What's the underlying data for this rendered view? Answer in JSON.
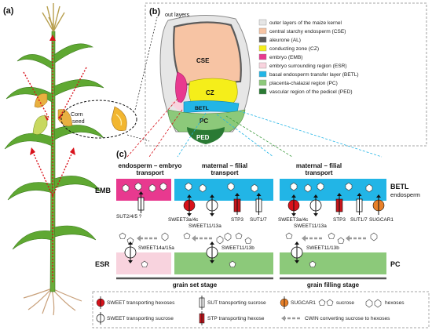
{
  "panels": {
    "a": "(a)",
    "b": "(b)",
    "c": "(c)"
  },
  "plant": {
    "seed_label_1": "Corn",
    "seed_label_2": "seed"
  },
  "kernel": {
    "out_layers": "out layers",
    "regions": {
      "cse": "CSE",
      "cz": "CZ",
      "betl": "BETL",
      "pc": "PC",
      "ped": "PED"
    }
  },
  "legend_b": [
    {
      "text": "outer layers of the maize kernel",
      "color": "#e6e6e6"
    },
    {
      "text": "central starchy endosperm (CSE)",
      "color": "#f7c4a4"
    },
    {
      "text": "aleurone (AL)",
      "color": "#5b5b5b"
    },
    {
      "text": "conducting zone (CZ)",
      "color": "#f5ee1a"
    },
    {
      "text": "embryo (EMB)",
      "color": "#e8398f"
    },
    {
      "text": "embryo surrounding region (ESR)",
      "color": "#f8d3de"
    },
    {
      "text": "basal endosperm transfer layer (BETL)",
      "color": "#22b5e6"
    },
    {
      "text": "placenta-chalazal region (PC)",
      "color": "#8cc97a"
    },
    {
      "text": "vascular region of the pedicel (PED)",
      "color": "#2a7a34"
    }
  ],
  "transport": {
    "headers": {
      "endo_embryo_1": "endosperm – embryo",
      "endo_embryo_2": "transport",
      "mat_filial_1": "maternal – filial",
      "mat_filial_2": "transport",
      "mat_filial_b1": "maternal – filial",
      "mat_filial_b2": "transport"
    },
    "side_labels": {
      "emb": "EMB",
      "esr": "ESR",
      "betl": "BETL",
      "endosperm": "endosperm",
      "pc": "PC"
    },
    "transporters": {
      "sut24": "SUT2/4/5 ?",
      "sweet3a": "SWEET3a/4c",
      "sweet11a": "SWEET11/13a",
      "stp3": "STP3",
      "sut17": "SUT1/7",
      "sweet3a_b": "SWEET3a/4c",
      "sweet11a_b": "SWEET11/13a",
      "stp3_b": "STP3",
      "sut17_b": "SUT1/7",
      "sugcar1": "SUGCAR1",
      "sweet14": "SWEET14a/15a",
      "sweet11b": "SWEET11/13b",
      "sweet11b_b": "SWEET11/13b"
    },
    "stages": {
      "set": "grain set stage",
      "filling": "grain filling stage"
    }
  },
  "legend_c": {
    "sweet_hex": "SWEET transporting hexoses",
    "sut_suc": "SUT transporting sucrose",
    "sugcar": "SUGCAR1",
    "sucrose": "sucrose",
    "hexoses": "hexoses",
    "sweet_suc": "SWEET transporting sucrose",
    "stp_hex": "STP transporting hexose",
    "cwin": "CWIN converting sucrose to hexoses"
  },
  "colors": {
    "emb": "#e8398f",
    "esr": "#f8d3de",
    "betl": "#22b5e6",
    "pc": "#8cc97a",
    "sweet_red": "#d8121b",
    "stp_red": "#c8161d",
    "sugcar": "#e8812a",
    "plant_green": "#4a9a2a"
  }
}
